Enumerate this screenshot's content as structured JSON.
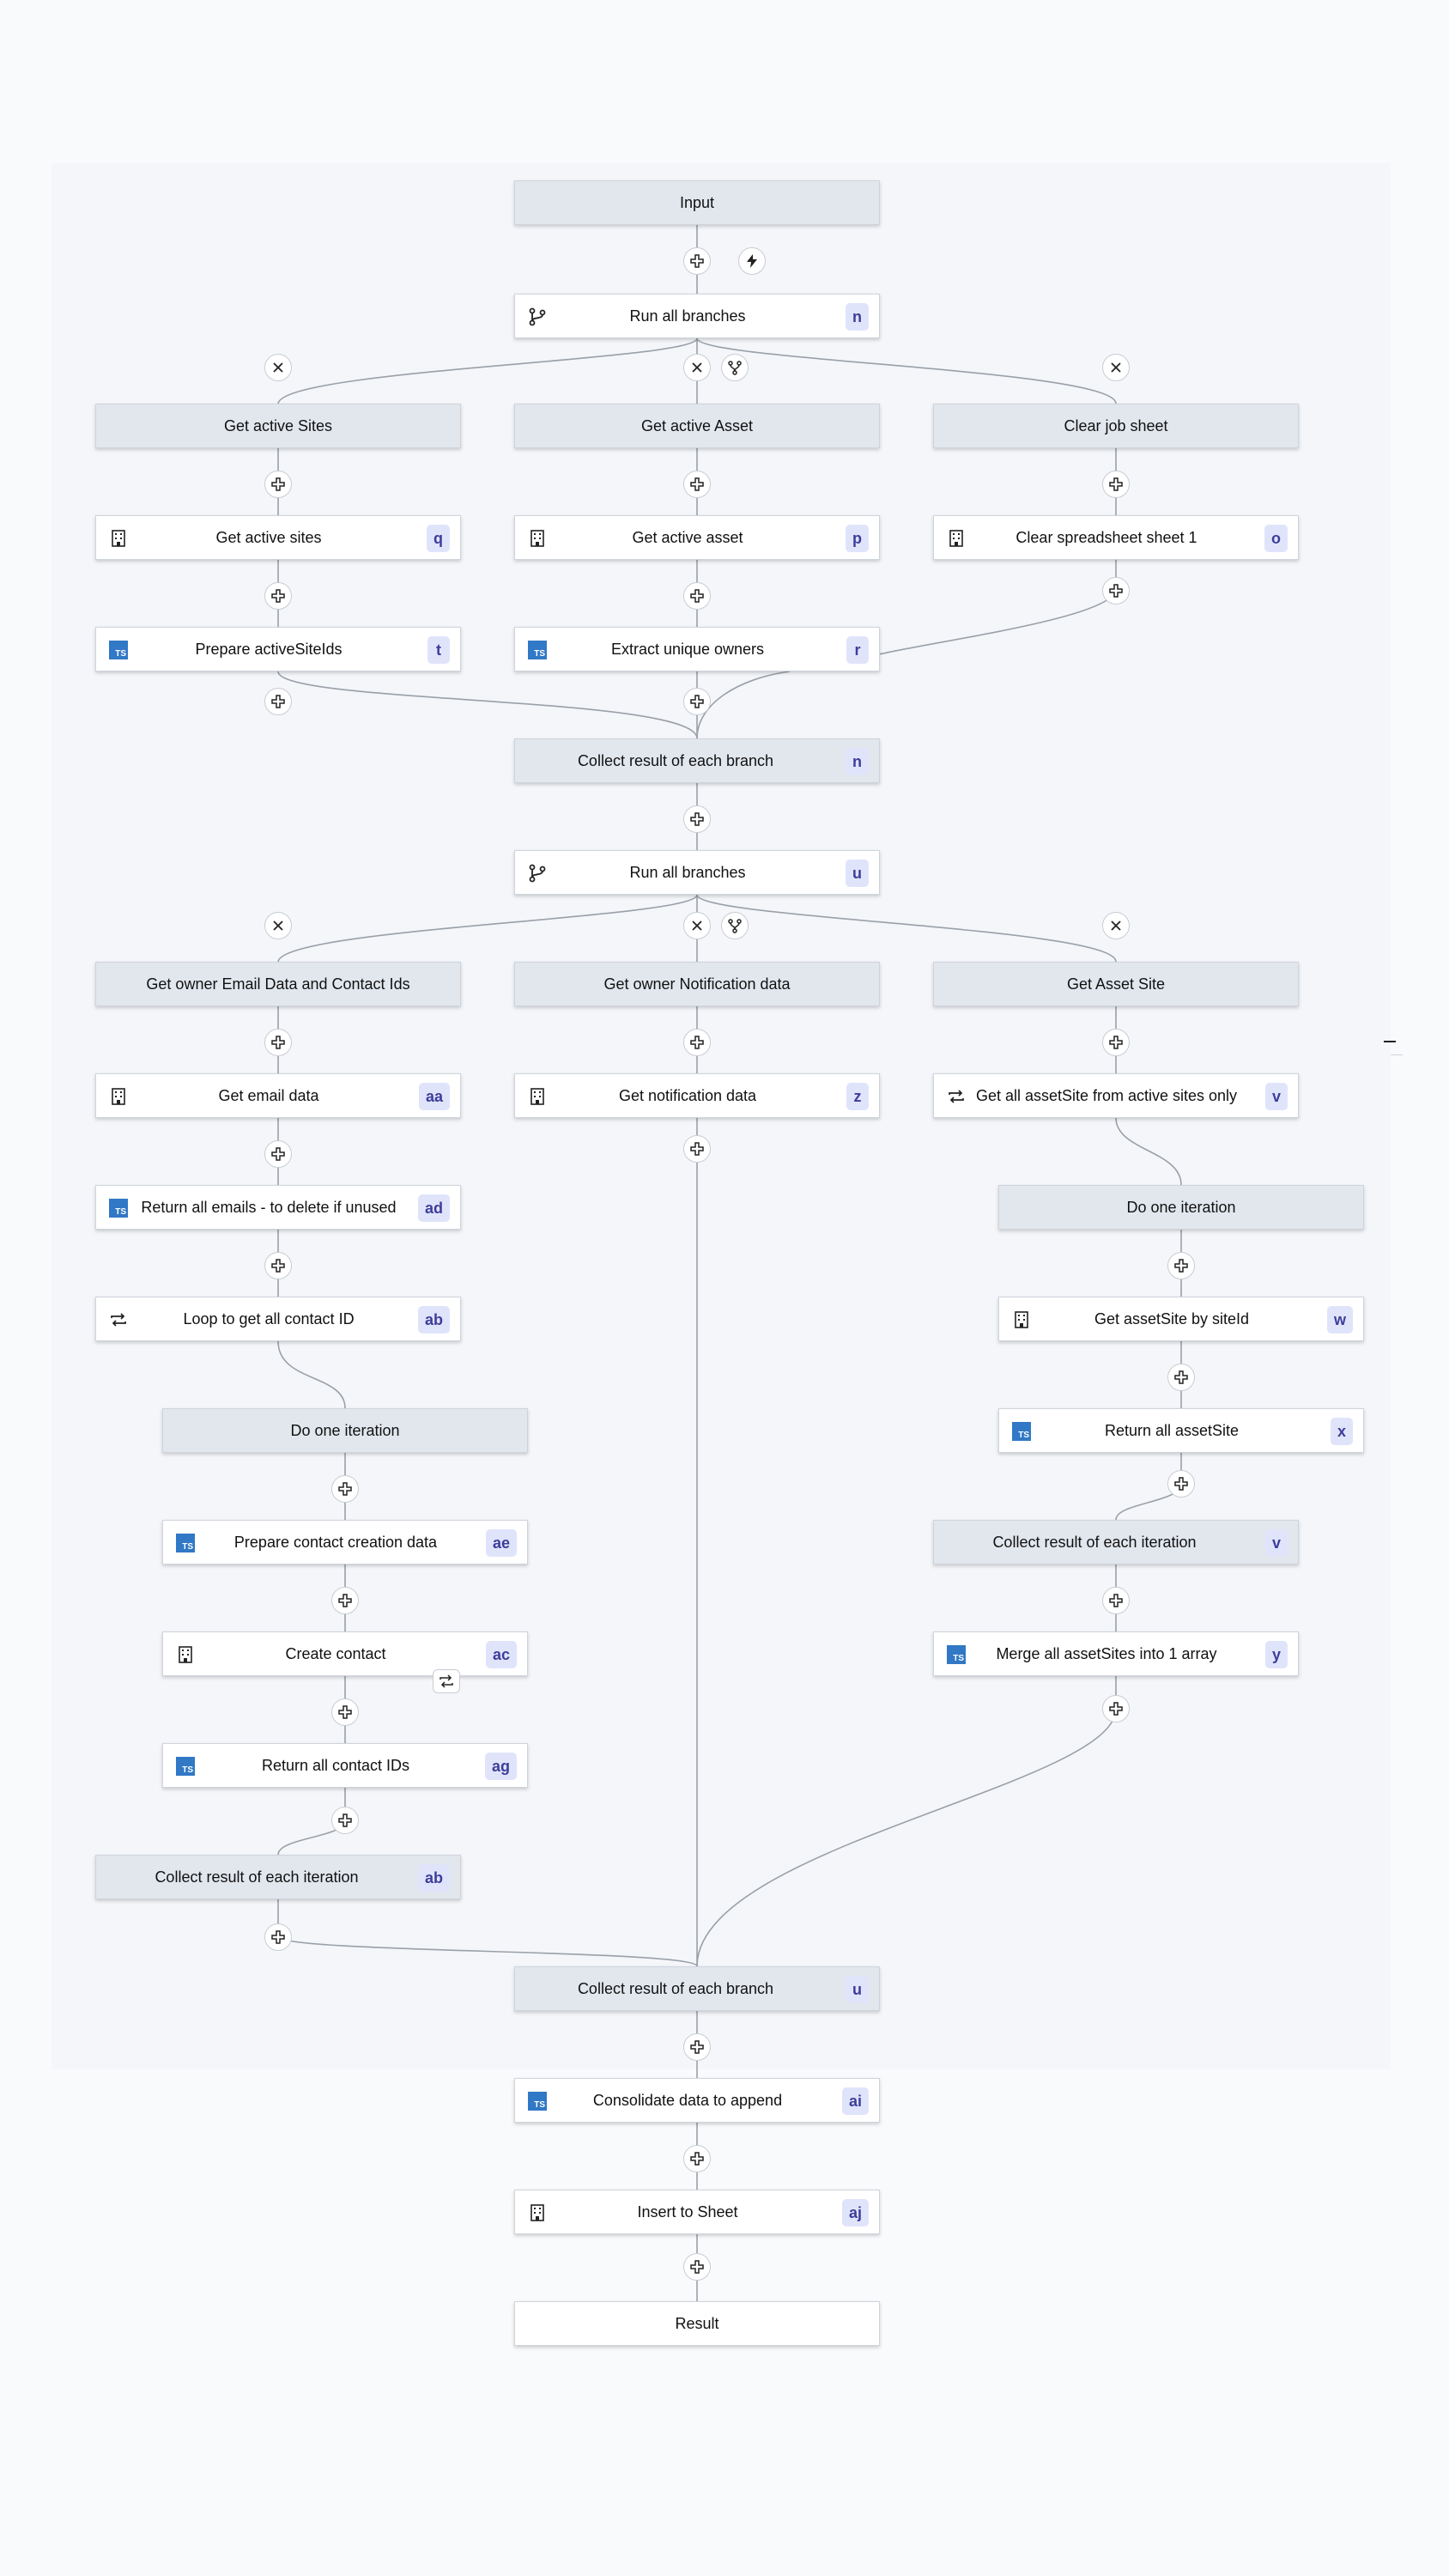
{
  "nodes": {
    "input": {
      "label": "Input"
    },
    "run1": {
      "label": "Run all branches",
      "badge": "n"
    },
    "g_sites": {
      "label": "Get active Sites"
    },
    "g_asset": {
      "label": "Get active Asset"
    },
    "g_clear": {
      "label": "Clear job sheet"
    },
    "get_sites": {
      "label": "Get active sites",
      "badge": "q"
    },
    "get_asset": {
      "label": "Get active asset",
      "badge": "p"
    },
    "clear_sheet": {
      "label": "Clear spreadsheet sheet 1",
      "badge": "o"
    },
    "prep_ids": {
      "label": "Prepare activeSiteIds",
      "badge": "t"
    },
    "extract_owners": {
      "label": "Extract unique owners",
      "badge": "r"
    },
    "collect1": {
      "label": "Collect result of each branch",
      "badge": "n"
    },
    "run2": {
      "label": "Run all branches",
      "badge": "u"
    },
    "g_email": {
      "label": "Get owner Email Data and Contact Ids"
    },
    "g_notif": {
      "label": "Get owner Notification data"
    },
    "g_assetsite": {
      "label": "Get Asset Site"
    },
    "get_email": {
      "label": "Get email data",
      "badge": "aa"
    },
    "get_notif": {
      "label": "Get notification data",
      "badge": "z"
    },
    "get_all_assetsite": {
      "label": "Get all assetSite from active sites only",
      "badge": "v"
    },
    "return_emails": {
      "label": "Return all emails - to delete if unused",
      "badge": "ad"
    },
    "do_iter_r": {
      "label": "Do one iteration"
    },
    "loop_contact": {
      "label": "Loop to get all contact ID",
      "badge": "ab"
    },
    "get_assetsite_by": {
      "label": "Get assetSite by siteId",
      "badge": "w"
    },
    "do_iter_l": {
      "label": "Do one iteration"
    },
    "return_assetsite": {
      "label": "Return all assetSite",
      "badge": "x"
    },
    "prep_contact": {
      "label": "Prepare contact creation data",
      "badge": "ae"
    },
    "collect_iter_v": {
      "label": "Collect result of each iteration",
      "badge": "v"
    },
    "create_contact": {
      "label": "Create contact",
      "badge": "ac"
    },
    "merge_assetsites": {
      "label": "Merge all assetSites into 1 array",
      "badge": "y"
    },
    "return_contacts": {
      "label": "Return all contact IDs",
      "badge": "ag"
    },
    "collect_iter_ab": {
      "label": "Collect result of each iteration",
      "badge": "ab"
    },
    "collect2": {
      "label": "Collect result of each branch",
      "badge": "u"
    },
    "consolidate": {
      "label": "Consolidate data to append",
      "badge": "ai"
    },
    "insert_sheet": {
      "label": "Insert to Sheet",
      "badge": "aj"
    },
    "result": {
      "label": "Result"
    }
  },
  "icons": {
    "ts": "TS",
    "script": "typescript-icon",
    "module": "building-icon",
    "branch": "branch-icon",
    "loop": "loop-icon",
    "add": "plus-icon",
    "remove": "close-icon",
    "trigger": "bolt-icon",
    "split": "split-icon"
  },
  "colors": {
    "header_bg": "#e2e7ee",
    "badge_bg": "#e0e4fb",
    "badge_text": "#3d3d9a",
    "ts_blue": "#3178c6",
    "wire": "#9aa0a8"
  }
}
